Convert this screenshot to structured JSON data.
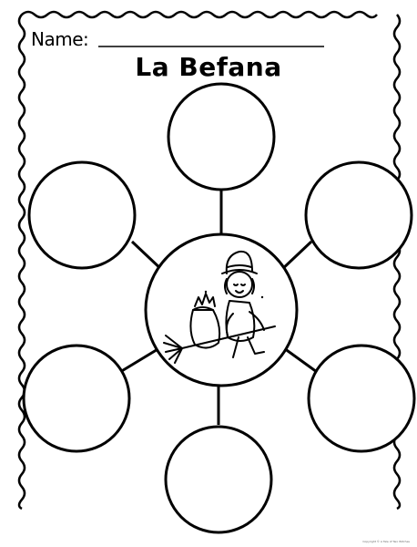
{
  "worksheet": {
    "name_label": "Name:",
    "title": "La Befana",
    "copyright": "Copyright © A Tale of Two Witches"
  },
  "organizer": {
    "center_image": "befana-witch-on-broom-icon",
    "outer_bubbles": [
      "top",
      "upper-left",
      "upper-right",
      "lower-left",
      "lower-right",
      "bottom"
    ]
  },
  "colors": {
    "ink": "#000000",
    "paper": "#ffffff"
  }
}
